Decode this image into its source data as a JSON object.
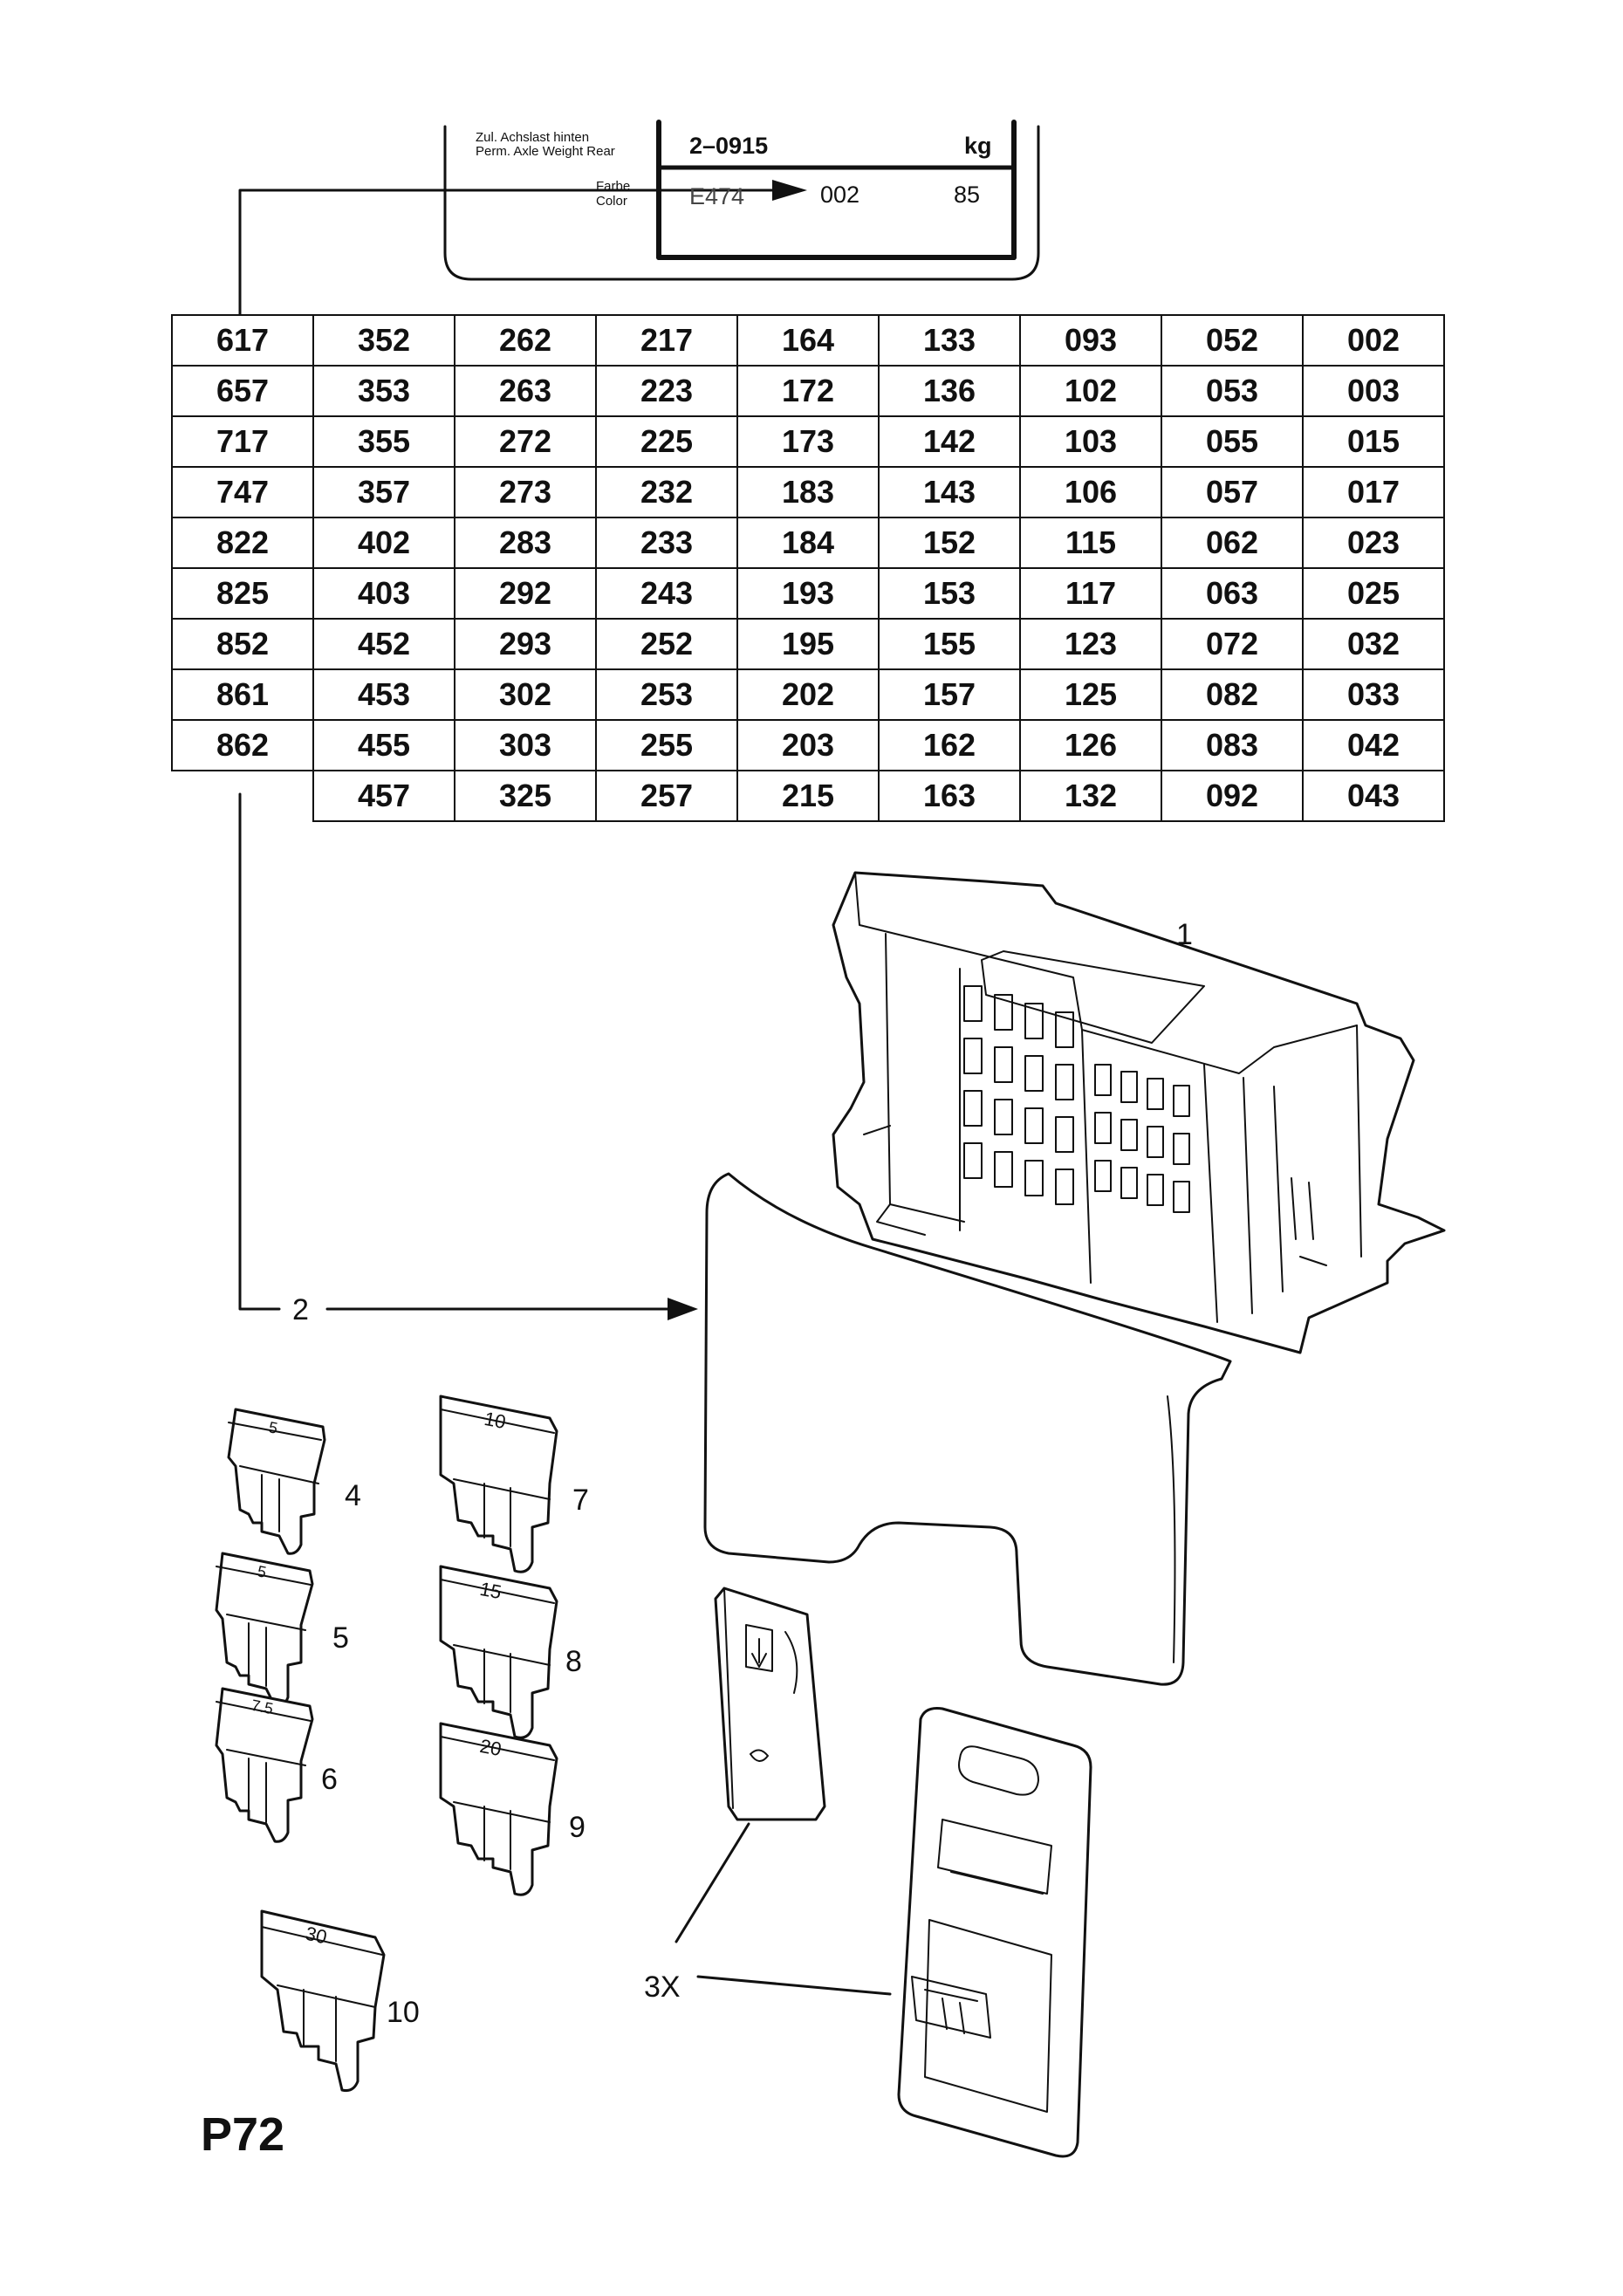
{
  "plate": {
    "label_de": "Zul. Achslast hinten",
    "label_en": "Perm. Axle Weight Rear",
    "weight_code": "2–0915",
    "weight_unit": "kg",
    "color_label_de": "Farbe",
    "color_label_en": "Color",
    "color_code": "E474",
    "code_value": "002",
    "code_value_2": "85"
  },
  "code_table": {
    "rows": [
      [
        "617",
        "352",
        "262",
        "217",
        "164",
        "133",
        "093",
        "052",
        "002"
      ],
      [
        "657",
        "353",
        "263",
        "223",
        "172",
        "136",
        "102",
        "053",
        "003"
      ],
      [
        "717",
        "355",
        "272",
        "225",
        "173",
        "142",
        "103",
        "055",
        "015"
      ],
      [
        "747",
        "357",
        "273",
        "232",
        "183",
        "143",
        "106",
        "057",
        "017"
      ],
      [
        "822",
        "402",
        "283",
        "233",
        "184",
        "152",
        "115",
        "062",
        "023"
      ],
      [
        "825",
        "403",
        "292",
        "243",
        "193",
        "153",
        "117",
        "063",
        "025"
      ],
      [
        "852",
        "452",
        "293",
        "252",
        "195",
        "155",
        "123",
        "072",
        "032"
      ],
      [
        "861",
        "453",
        "302",
        "253",
        "202",
        "157",
        "125",
        "082",
        "033"
      ],
      [
        "862",
        "455",
        "303",
        "255",
        "203",
        "162",
        "126",
        "083",
        "042"
      ],
      [
        "",
        "457",
        "325",
        "257",
        "215",
        "163",
        "132",
        "092",
        "043"
      ]
    ]
  },
  "callouts": {
    "c1": "1",
    "c2": "2",
    "c4": "4",
    "c5": "5",
    "c6": "6",
    "c7": "7",
    "c8": "8",
    "c9": "9",
    "c10": "10",
    "c3x": "3X"
  },
  "fuse_ratings": {
    "f4": "5",
    "f5": "5",
    "f6": "7.5",
    "f7": "10",
    "f8": "15",
    "f9": "20",
    "f10": "30"
  },
  "page_label": "P72"
}
